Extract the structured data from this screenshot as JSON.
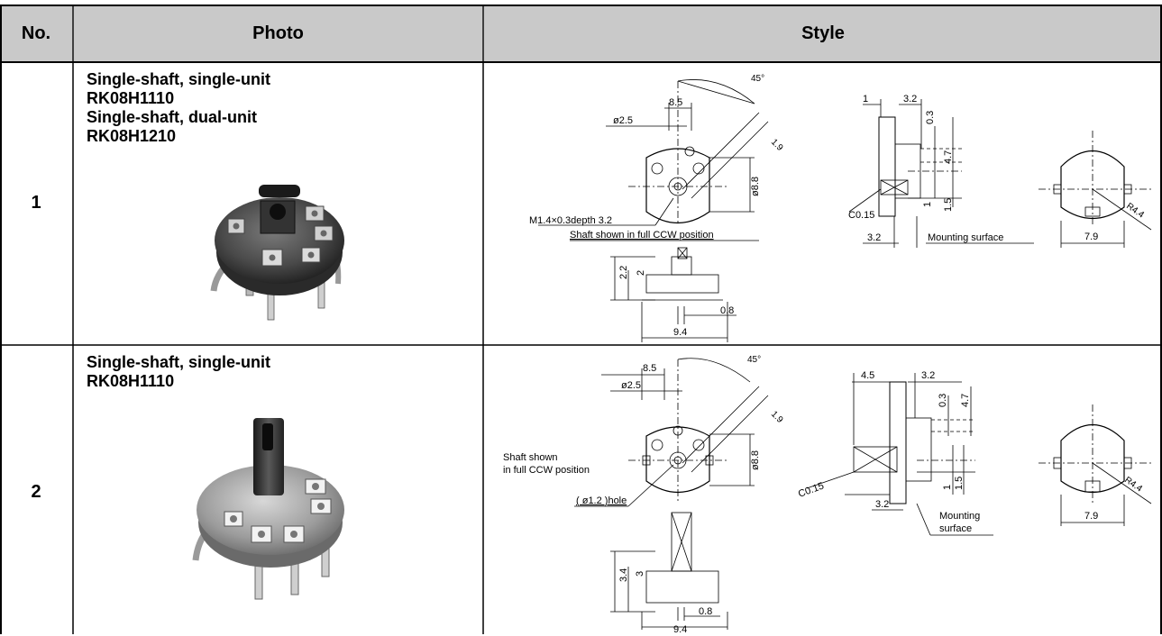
{
  "header": {
    "col_no": "No.",
    "col_photo": "Photo",
    "col_style": "Style"
  },
  "rows": [
    {
      "no": "1",
      "titles": [
        "Single-shaft, single-unit",
        "RK08H1110",
        "Single-shaft, dual-unit",
        "RK08H1210"
      ],
      "drawing": {
        "angle": "45°",
        "dim_85": "8.5",
        "dim_phi25": "ø2.5",
        "dim_19": "1.9",
        "dim_phi88": "ø8.8",
        "thread": "M1.4×0.3depth 3.2",
        "shaft_note": "Shaft shown in full CCW position",
        "dim_22": "2.2",
        "dim_2": "2",
        "dim_08": "0.8",
        "dim_94": "9.4",
        "dim_1": "1",
        "dim_32a": "3.2",
        "dim_03": "0.3",
        "dim_47": "4.7",
        "dim_15": "1.5",
        "dim_1b": "1",
        "chamfer": "C0.15",
        "dim_32b": "3.2",
        "mounting": "Mounting surface",
        "radius": "R4.4",
        "dim_79": "7.9"
      }
    },
    {
      "no": "2",
      "titles": [
        "Single-shaft, single-unit",
        "RK08H1110"
      ],
      "drawing": {
        "angle": "45°",
        "dim_85": "8.5",
        "dim_phi25": "ø2.5",
        "dim_19": "1.9",
        "dim_phi88": "ø8.8",
        "shaft_note_1": "Shaft shown",
        "shaft_note_2": "in full CCW position",
        "hole": "( ø1.2 )hole",
        "dim_34": "3.4",
        "dim_3": "3",
        "dim_08": "0.8",
        "dim_94": "9.4",
        "dim_45": "4.5",
        "dim_32a": "3.2",
        "dim_03": "0.3",
        "dim_47": "4.7",
        "dim_15": "1.5",
        "dim_1": "1",
        "chamfer": "C0.15",
        "dim_32b": "3.2",
        "mounting_1": "Mounting",
        "mounting_2": "surface",
        "radius": "R4.4",
        "dim_79": "7.9"
      }
    }
  ]
}
